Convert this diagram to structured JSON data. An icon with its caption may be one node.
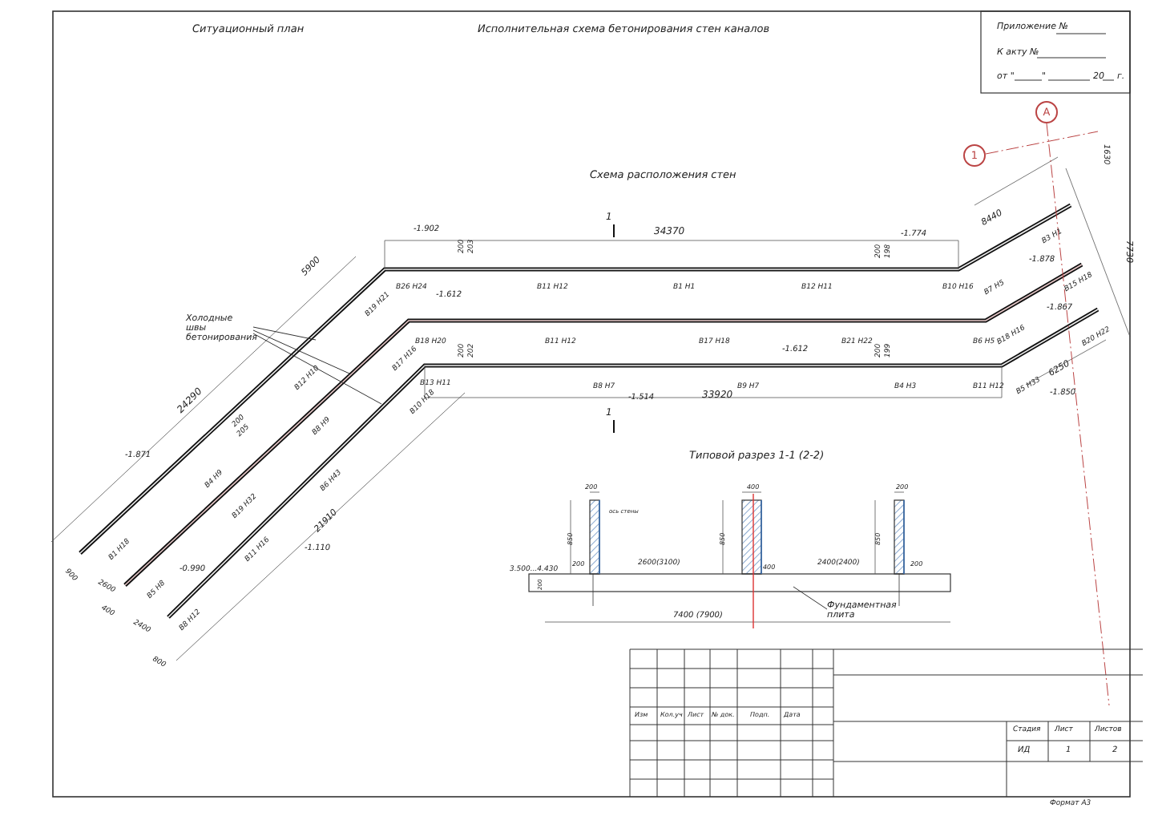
{
  "diagram": {
    "title": "Исполнительная схема бетонирования стен каналов",
    "nodes": [
      {
        "text": [
          "Холодные швы бетонирования"
        ]
      },
      {
        "text": [
          "Фундаментная плита"
        ]
      },
      {
        "text": [
          "А"
        ]
      },
      {
        "text": [
          "1"
        ]
      }
    ],
    "edges": [
      {
        "from": 0,
        "to": null,
        "arrow": "none"
      },
      {
        "from": 0,
        "to": null,
        "arrow": "none"
      },
      {
        "from": 0,
        "to": null,
        "arrow": "none"
      },
      {
        "from": 1,
        "to": null,
        "arrow": "none"
      }
    ],
    "labels": [
      "Ситуационный план",
      "Приложение №",
      "К акту №",
      "от \"",
      "\"",
      "20",
      "г.",
      "Схема расположения стен",
      "-1.902",
      "1",
      "34370",
      "200",
      "203",
      "-1.774",
      "200",
      "198",
      "8440",
      "1630",
      "7730",
      "5900",
      "В26 Н24",
      "В11 Н12",
      "В1 Н1",
      "В12 Н11",
      "В10 Н16",
      "В7 Н5",
      "В3 Н1",
      "-1.878",
      "В19 Н21",
      "В12 Н10",
      "24290",
      "-1.871",
      "200",
      "205",
      "В4 Н9",
      "В1 Н18",
      "-1.612",
      "В18 Н20",
      "В17 Н16",
      "В11 Н12",
      "В17 Н18",
      "-1.612",
      "В21 Н22",
      "В6 Н5",
      "В18 Н16",
      "В15 Н18",
      "-1.867",
      "В8 Н9",
      "В19 Н32",
      "В5 Н8",
      "-0.990",
      "200",
      "202",
      "200",
      "199",
      "В13 Н11",
      "В10 Н18",
      "В8 Н7",
      "-1.514",
      "33920",
      "В9 Н7",
      "В4 Н3",
      "В11 Н12",
      "В5 Н33",
      "6250",
      "В20 Н22",
      "-1.850",
      "1",
      "В6 Н43",
      "21910",
      "-1.110",
      "В11 Н16",
      "В8 Н12",
      "900",
      "2600",
      "400",
      "2400",
      "800",
      "Типовой разрез 1-1 (2-2)",
      "200",
      "400",
      "200",
      "850",
      "850",
      "850",
      "ось стены",
      "200",
      "2600(3100)",
      "400",
      "2400(2400)",
      "200",
      "3.500...4.430",
      "200",
      "7400 (7900)",
      "Изм",
      "Кол.уч",
      "Лист",
      "№ док.",
      "Подп.",
      "Дата",
      "Стадия",
      "Лист",
      "Листов",
      "ИД",
      "1",
      "2",
      "Формат А3"
    ]
  }
}
